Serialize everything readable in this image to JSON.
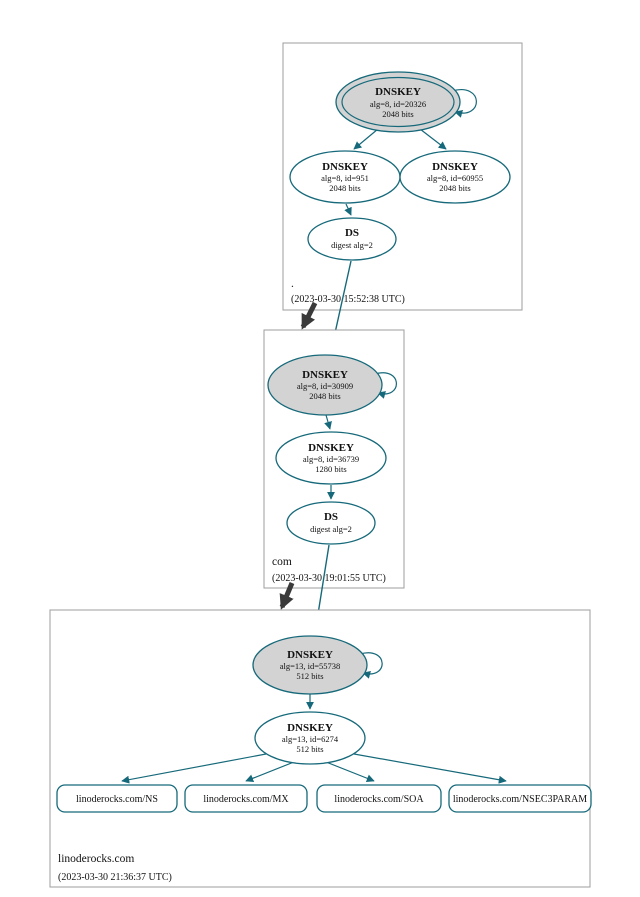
{
  "zones": [
    {
      "label": ".",
      "timestamp": "(2023-03-30 15:52:38 UTC)",
      "nodes": {
        "ksk": {
          "title": "DNSKEY",
          "detail1": "alg=8, id=20326",
          "detail2": "2048 bits"
        },
        "zsk": {
          "title": "DNSKEY",
          "detail1": "alg=8, id=951",
          "detail2": "2048 bits"
        },
        "extra": {
          "title": "DNSKEY",
          "detail1": "alg=8, id=60955",
          "detail2": "2048 bits"
        },
        "ds": {
          "title": "DS",
          "detail1": "digest alg=2"
        }
      }
    },
    {
      "label": "com",
      "timestamp": "(2023-03-30 19:01:55 UTC)",
      "nodes": {
        "ksk": {
          "title": "DNSKEY",
          "detail1": "alg=8, id=30909",
          "detail2": "2048 bits"
        },
        "zsk": {
          "title": "DNSKEY",
          "detail1": "alg=8, id=36739",
          "detail2": "1280 bits"
        },
        "ds": {
          "title": "DS",
          "detail1": "digest alg=2"
        }
      }
    },
    {
      "label": "linoderocks.com",
      "timestamp": "(2023-03-30 21:36:37 UTC)",
      "nodes": {
        "ksk": {
          "title": "DNSKEY",
          "detail1": "alg=13, id=55738",
          "detail2": "512 bits"
        },
        "zsk": {
          "title": "DNSKEY",
          "detail1": "alg=13, id=6274",
          "detail2": "512 bits"
        }
      },
      "rrsets": [
        {
          "label": "linoderocks.com/NS"
        },
        {
          "label": "linoderocks.com/MX"
        },
        {
          "label": "linoderocks.com/SOA"
        },
        {
          "label": "linoderocks.com/NSEC3PARAM"
        }
      ]
    }
  ],
  "colors": {
    "node_stroke": "#16697a",
    "ksk_fill": "#d3d3d3",
    "zone_box_stroke": "#9d9d9d",
    "delegation_arrow": "#3a3a3a",
    "background": "#ffffff"
  }
}
